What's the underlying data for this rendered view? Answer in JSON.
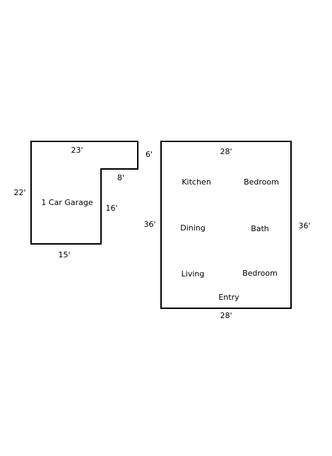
{
  "garage": {
    "label": "1 Car Garage",
    "dimensions": {
      "top": "23'",
      "left": "22'",
      "bottom": "15'",
      "notch_right": "6'",
      "notch_bottom": "8'",
      "inner_right": "16'"
    }
  },
  "house": {
    "dimensions": {
      "top": "28'",
      "bottom": "28'",
      "left": "36'",
      "right": "36'"
    },
    "rooms": {
      "kitchen": "Kitchen",
      "bedroom_top": "Bedroom",
      "dining": "Dining",
      "bath": "Bath",
      "living": "Living",
      "bedroom_bottom": "Bedroom",
      "entry": "Entry"
    }
  },
  "colors": {
    "wall": "#000000",
    "background": "#ffffff"
  }
}
